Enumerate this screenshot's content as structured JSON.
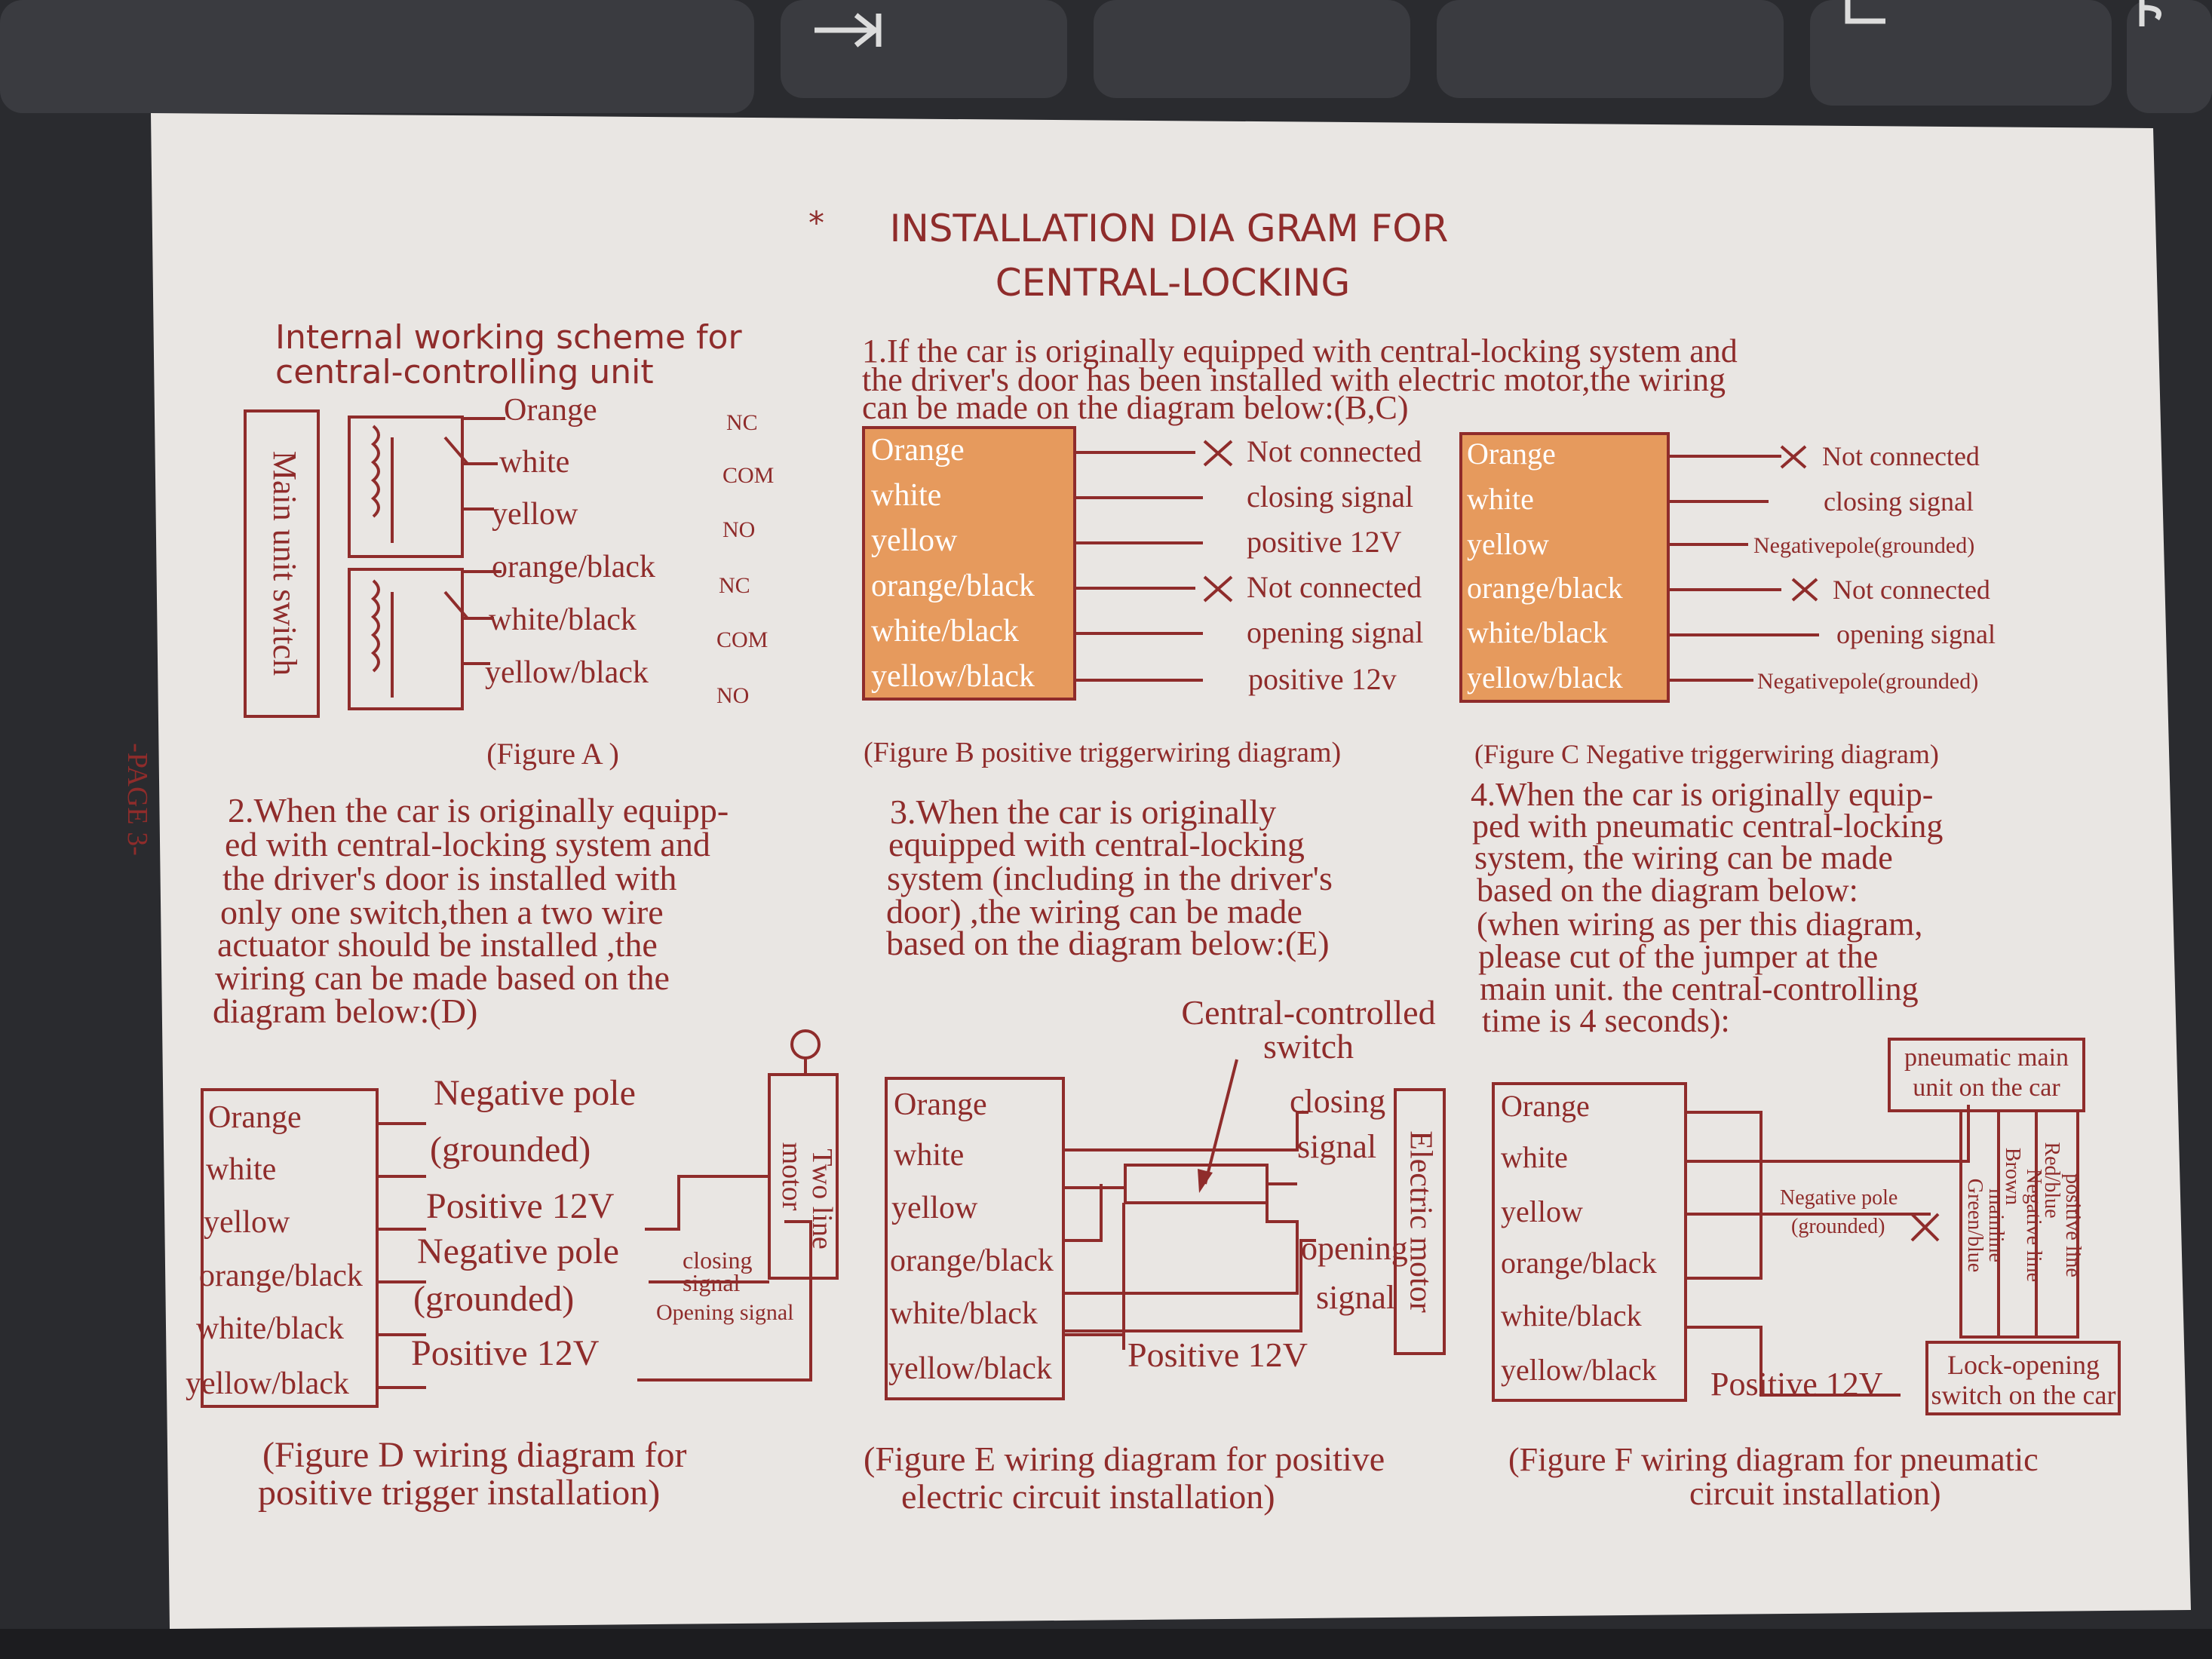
{
  "colors": {
    "ink": "#8f2c2b",
    "highlight": "#e69a5d",
    "paper": "#e9e6e3",
    "keyboard": "#2a2b2f"
  },
  "keyboard_icons": [
    "diode-key-icon",
    "e-key-icon",
    "r-key-icon"
  ],
  "document": {
    "star": "*",
    "title_line1": "INSTALLATION DIA GRAM FOR",
    "title_line2": "CENTRAL-LOCKING",
    "page_label": "-PAGE 3-",
    "scheme_title_line1": "Internal working scheme for",
    "scheme_title_line2": "central-controlling unit"
  },
  "figure_a": {
    "main_unit_label": "Main unit switch",
    "wires": [
      "Orange",
      "white",
      "yellow",
      "orange/black",
      "white/black",
      "yellow/black"
    ],
    "contacts": [
      "NC",
      "COM",
      "NO",
      "NC",
      "COM",
      "NO"
    ],
    "caption": "(Figure A )"
  },
  "section1": {
    "line1": "1.If the car is originally equipped with central-locking system and",
    "line2": "the driver's door has been installed with electric motor,the wiring",
    "line3": "can be made on the diagram below:(B,C)"
  },
  "figure_b": {
    "wires": [
      "Orange",
      "white",
      "yellow",
      "orange/black",
      "white/black",
      "yellow/black"
    ],
    "signals": [
      "Not connected",
      "closing signal",
      "positive 12V",
      "Not connected",
      "opening signal",
      "positive 12v"
    ],
    "caption": "(Figure B positive triggerwiring diagram)"
  },
  "figure_c": {
    "wires": [
      "Orange",
      "white",
      "yellow",
      "orange/black",
      "white/black",
      "yellow/black"
    ],
    "signals": [
      "Not connected",
      "closing signal",
      "Negativepole(grounded)",
      "Not connected",
      "opening signal",
      "Negativepole(grounded)"
    ],
    "caption": "(Figure C Negative triggerwiring diagram)"
  },
  "section2": {
    "lines": [
      "2.When the car is originally equipp-",
      "ed with central-locking system and",
      "the driver's door is installed with",
      "only one switch,then a two wire",
      "actuator should be installed ,the",
      "wiring can be made based on the",
      "diagram below:(D)"
    ]
  },
  "section3": {
    "lines": [
      "3.When the car is originally",
      "equipped with central-locking",
      "system (including in the driver's",
      "door) ,the wiring can be made",
      "based on the diagram below:(E)"
    ]
  },
  "section4": {
    "lines": [
      "4.When the car is originally equip-",
      "ped with pneumatic central-locking",
      "system, the wiring can be made",
      "based on the diagram below:",
      "(when wiring as per this diagram,",
      "please cut of the jumper at the",
      "main unit. the central-controlling",
      "time is 4 seconds):"
    ]
  },
  "figure_d": {
    "wires": [
      "Orange",
      "white",
      "yellow",
      "orange/black",
      "white/black",
      "yellow/black"
    ],
    "labels": [
      "Negative pole",
      "(grounded)",
      "Positive 12V",
      "Negative pole",
      "(grounded)",
      "Positive 12V"
    ],
    "closing_line1": "closing",
    "closing_line2": "signal",
    "opening": "Opening signal",
    "motor_line1": "Two line",
    "motor_line2": "motor",
    "caption_line1": "(Figure D wiring diagram for",
    "caption_line2": "positive trigger installation)"
  },
  "figure_e": {
    "wires": [
      "Orange",
      "white",
      "yellow",
      "orange/black",
      "white/black",
      "yellow/black"
    ],
    "switch_line1": "Central-controlled",
    "switch_line2": "switch",
    "closing_line1": "closing",
    "closing_line2": "signal",
    "opening_line1": "opening",
    "opening_line2": "signal",
    "motor": "Electric motor",
    "positive": "Positive 12V",
    "caption_line1": "(Figure E wiring diagram for positive",
    "caption_line2": "electric circuit  installation)"
  },
  "figure_f": {
    "wires": [
      "Orange",
      "white",
      "yellow",
      "orange/black",
      "white/black",
      "yellow/black"
    ],
    "main_line1": "pneumatic main",
    "main_line2": "unit on the car",
    "neg_line1": "Negative pole",
    "neg_line2": "(grounded)",
    "vertical_1a": "Green/blue",
    "vertical_1b": "mainline",
    "vertical_2a": "Brown",
    "vertical_2b": "Negative line",
    "vertical_3a": "Red/blue",
    "vertical_3b": "positive line",
    "positive": "Positive 12V",
    "lock_line1": "Lock-opening",
    "lock_line2": "switch on the car",
    "caption_line1": "(Figure F wiring diagram for pneumatic",
    "caption_line2": "circuit  installation)"
  }
}
